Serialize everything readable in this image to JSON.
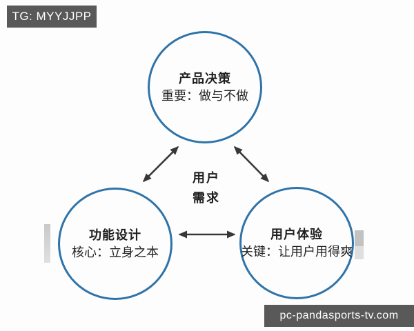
{
  "diagram": {
    "center_label": {
      "line1": "用户",
      "line2": "需求"
    },
    "nodes": [
      {
        "id": "product-decision",
        "title": "产品决策",
        "subtitle": "重要：做与不做"
      },
      {
        "id": "function-design",
        "title": "功能设计",
        "subtitle": "核心：立身之本"
      },
      {
        "id": "user-experience",
        "title": "用户体验",
        "subtitle": "关键：让用户用得爽"
      }
    ],
    "connections": [
      {
        "from": "product-decision",
        "to": "function-design",
        "bidirectional": true
      },
      {
        "from": "product-decision",
        "to": "user-experience",
        "bidirectional": true
      },
      {
        "from": "function-design",
        "to": "user-experience",
        "bidirectional": true
      }
    ]
  },
  "watermarks": {
    "top_left": "TG: MYYJJPP",
    "bottom_right": "pc-pandasports-tv.com"
  },
  "colors": {
    "circle_border": "#2f73a8",
    "arrow": "#383838",
    "badge_background": "#595959",
    "badge_text": "#ffffff",
    "text": "#1f1f1f",
    "background": "#fdfdfd"
  }
}
